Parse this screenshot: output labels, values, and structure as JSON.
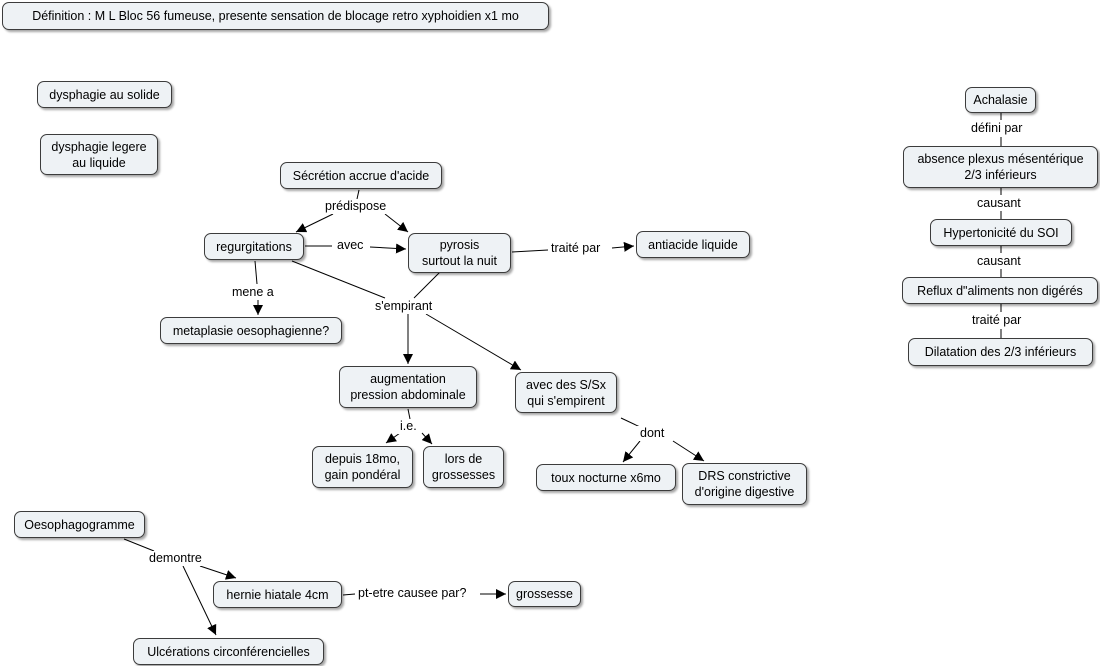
{
  "nodes": {
    "definition": "Définition : M L Bloc 56 fumeuse, presente sensation de blocage retro xyphoidien x1 mo",
    "dysphagie_solide": "dysphagie au solide",
    "dysphagie_liquide": "dysphagie legere\nau liquide",
    "secretion": "Sécrétion accrue d'acide",
    "regurgitations": "regurgitations",
    "pyrosis": "pyrosis\nsurtout la nuit",
    "antiacide": "antiacide liquide",
    "metaplasie": "metaplasie oesophagienne?",
    "augmentation": "augmentation\npression abdominale",
    "avec_ssx": "avec des S/Sx\nqui s'empirent",
    "depuis": "depuis 18mo,\ngain pondéral",
    "grossesses": "lors de\ngrossesses",
    "toux": "toux nocturne x6mo",
    "drs": "DRS constrictive\nd'origine digestive",
    "oesophagogramme": "Oesophagogramme",
    "hernie": "hernie hiatale 4cm",
    "grossesse": "grossesse",
    "ulcerations": "Ulcérations circonférencielles",
    "achalasie": "Achalasie",
    "absence_plexus": "absence plexus mésentérique\n2/3 inférieurs",
    "hypertonicite": "Hypertonicité du SOI",
    "reflux": "Reflux d\"aliments non digérés",
    "dilatation": "Dilatation des 2/3 inférieurs"
  },
  "links": {
    "predispose": "prédispose",
    "avec": "avec",
    "traite_par_1": "traité par",
    "mene_a": "mene a",
    "sempirant": "s'empirant",
    "ie": "i.e.",
    "dont": "dont",
    "demontre": "demontre",
    "ptetre": "pt-etre causee par?",
    "defini_par": "défini par",
    "causant_1": "causant",
    "causant_2": "causant",
    "traite_par_2": "traité par"
  }
}
